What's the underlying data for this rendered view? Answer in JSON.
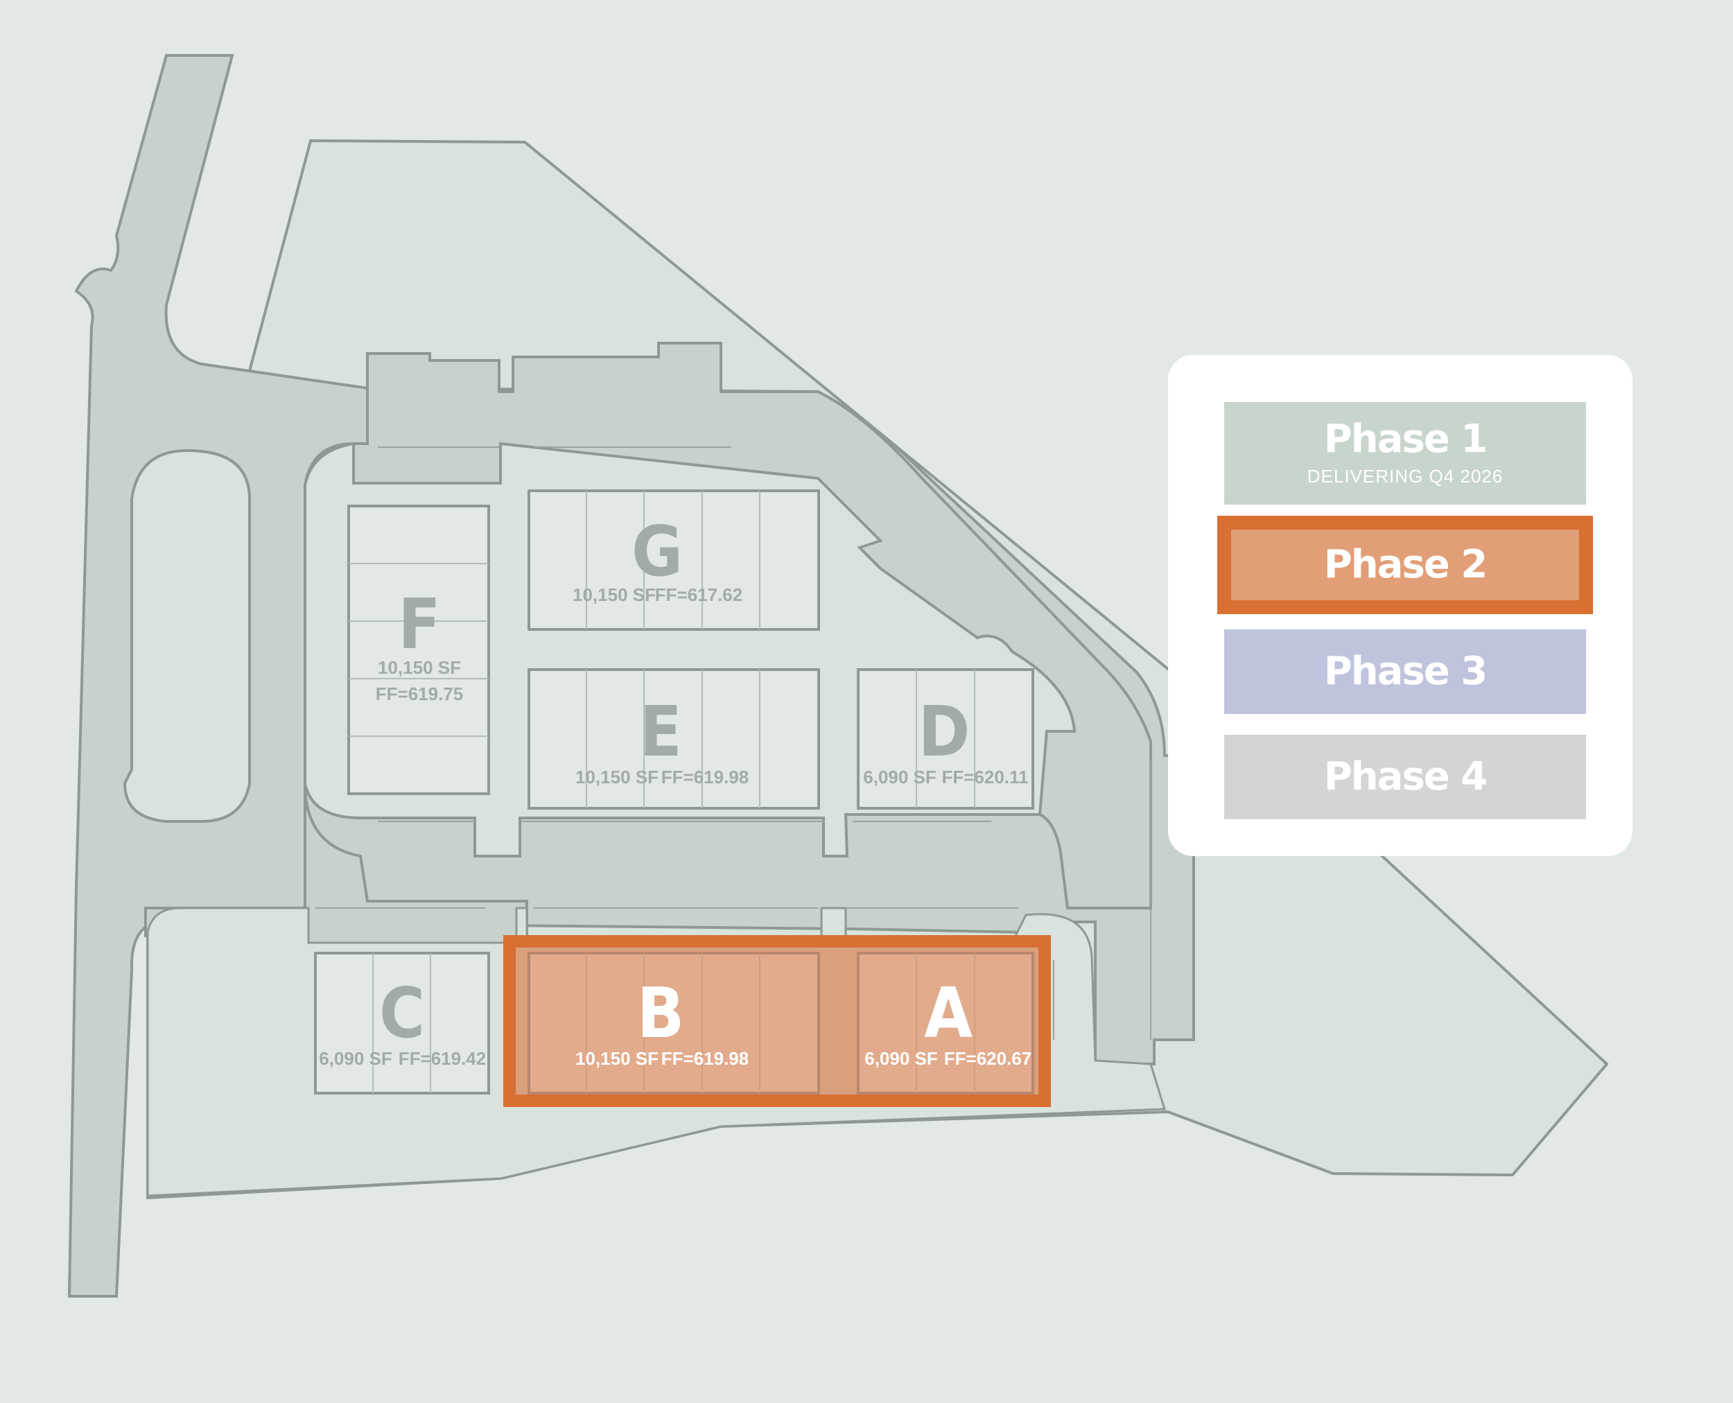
{
  "legend": {
    "phases": [
      {
        "title": "Phase 1",
        "subtitle": "DELIVERING Q4 2026",
        "color": "#c8d5cd"
      },
      {
        "title": "Phase 2",
        "color": "#e29e76",
        "border_color": "#d96f32",
        "highlighted": true
      },
      {
        "title": "Phase 3",
        "color": "#bfc3dc"
      },
      {
        "title": "Phase 4",
        "color": "#d3d5d5"
      }
    ]
  },
  "buildings": {
    "G": {
      "letter": "G",
      "sf": "10,150 SF",
      "ff": "FF=617.62"
    },
    "F": {
      "letter": "F",
      "sf": "10,150 SF",
      "ff": "FF=619.75"
    },
    "E": {
      "letter": "E",
      "sf": "10,150 SF",
      "ff": "FF=619.98"
    },
    "D": {
      "letter": "D",
      "sf": "6,090 SF",
      "ff": "FF=620.11"
    },
    "C": {
      "letter": "C",
      "sf": "6,090 SF",
      "ff": "FF=619.42"
    },
    "B": {
      "letter": "B",
      "sf": "10,150 SF",
      "ff": "FF=619.98"
    },
    "A": {
      "letter": "A",
      "sf": "6,090 SF",
      "ff": "FF=620.67"
    }
  },
  "colors": {
    "background": "#e2e8e5",
    "site": "#d9e2dd",
    "road": "#c9d1cc",
    "outline": "#8f9994",
    "phase2_highlight": "#d96f32"
  }
}
